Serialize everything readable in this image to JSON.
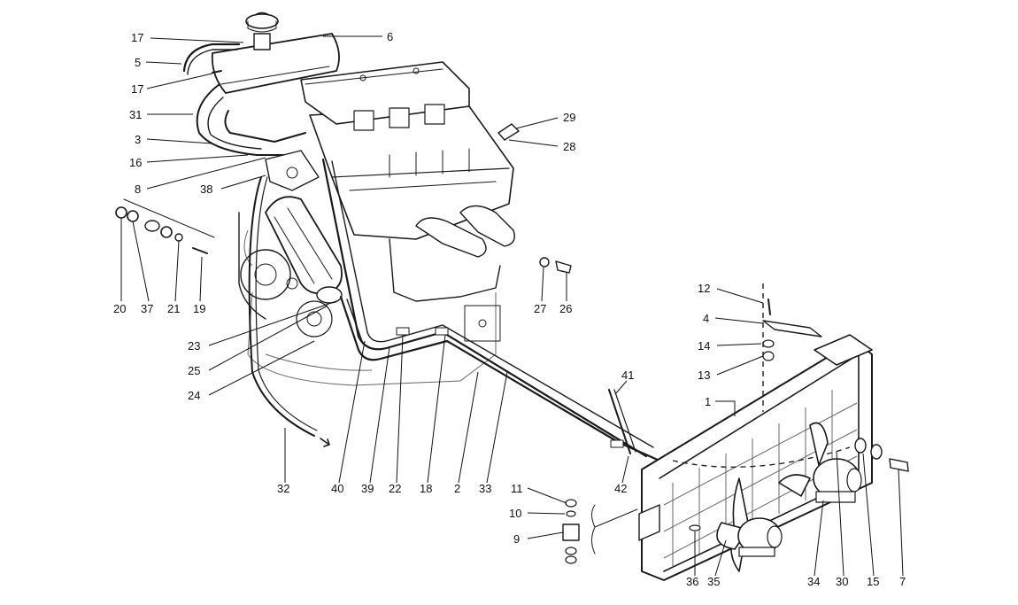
{
  "diagram": {
    "subject": "exploded-parts-drawing",
    "callouts": [
      {
        "id": "c17a",
        "text": "17"
      },
      {
        "id": "c6",
        "text": "6"
      },
      {
        "id": "c5",
        "text": "5"
      },
      {
        "id": "c17b",
        "text": "17"
      },
      {
        "id": "c31",
        "text": "31"
      },
      {
        "id": "c3",
        "text": "3"
      },
      {
        "id": "c16",
        "text": "16"
      },
      {
        "id": "c8",
        "text": "8"
      },
      {
        "id": "c38",
        "text": "38"
      },
      {
        "id": "c29",
        "text": "29"
      },
      {
        "id": "c28",
        "text": "28"
      },
      {
        "id": "c20",
        "text": "20"
      },
      {
        "id": "c37",
        "text": "37"
      },
      {
        "id": "c21",
        "text": "21"
      },
      {
        "id": "c19",
        "text": "19"
      },
      {
        "id": "c27",
        "text": "27"
      },
      {
        "id": "c26",
        "text": "26"
      },
      {
        "id": "c12",
        "text": "12"
      },
      {
        "id": "c4",
        "text": "4"
      },
      {
        "id": "c14",
        "text": "14"
      },
      {
        "id": "c13",
        "text": "13"
      },
      {
        "id": "c23",
        "text": "23"
      },
      {
        "id": "c25",
        "text": "25"
      },
      {
        "id": "c24",
        "text": "24"
      },
      {
        "id": "c41",
        "text": "41"
      },
      {
        "id": "c1",
        "text": "1"
      },
      {
        "id": "c32",
        "text": "32"
      },
      {
        "id": "c40",
        "text": "40"
      },
      {
        "id": "c39",
        "text": "39"
      },
      {
        "id": "c22",
        "text": "22"
      },
      {
        "id": "c18",
        "text": "18"
      },
      {
        "id": "c2",
        "text": "2"
      },
      {
        "id": "c33",
        "text": "33"
      },
      {
        "id": "c42",
        "text": "42"
      },
      {
        "id": "c11",
        "text": "11"
      },
      {
        "id": "c10",
        "text": "10"
      },
      {
        "id": "c9",
        "text": "9"
      },
      {
        "id": "c36",
        "text": "36"
      },
      {
        "id": "c35",
        "text": "35"
      },
      {
        "id": "c34",
        "text": "34"
      },
      {
        "id": "c30",
        "text": "30"
      },
      {
        "id": "c15",
        "text": "15"
      },
      {
        "id": "c7",
        "text": "7"
      }
    ]
  }
}
